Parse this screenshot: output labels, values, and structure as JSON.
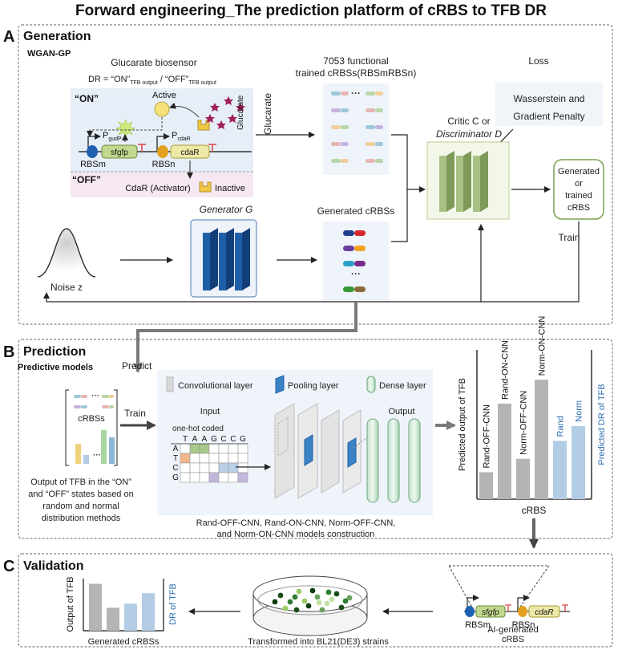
{
  "title": "Forward engineering_The prediction platform of cRBS to TFB DR",
  "colors": {
    "gen_blue": "#1f5fa8",
    "critic_green": "#9fb87a",
    "gray_bar": "#b4b4b4",
    "blue_bar": "#b3cce6",
    "accent_blue": "#2e6eb0",
    "on_panel_bg": "#e6eef7",
    "off_panel_bg": "#f6e8f2",
    "arrow_gray": "#7a7a7a"
  },
  "section_a": {
    "letter": "A",
    "heading": "Generation",
    "method": "WGAN-GP",
    "biosensor_title": "Glucarate biosensor",
    "dr_formula": {
      "prefix": "DR = “ON”",
      "sub1": "TFB output",
      "mid": " / “OFF”",
      "sub2": "TFB output"
    },
    "on_label": "“ON”",
    "off_label": "“OFF”",
    "active_label": "Active",
    "inactive_label": "Inactive",
    "promoter1": {
      "p": "P",
      "sub": "gudP"
    },
    "promoter2": {
      "p": "P",
      "sub": "cdaR"
    },
    "gene1": "sfgfp",
    "gene2": "cdaR",
    "rbs1": "RBSm",
    "rbs2": "RBSn",
    "activator_label": "CdaR (Activator)",
    "glucarate_label": "Glucarate",
    "glucarate_side_label": "Glucarate",
    "trained_title_1": "7053 functional",
    "trained_title_2": "trained cRBSs(RBSmRBSn)",
    "loss_title": "Loss",
    "loss_box_1": "Wasserstein and",
    "loss_box_2": "Gradient Penalty",
    "critic_label_1": "Critic C or",
    "critic_label_2": "Discriminator D",
    "output_box_1": "Generated",
    "output_box_2": "or",
    "output_box_3": "trained",
    "output_box_4": "cRBS",
    "train_label": "Train",
    "noise_label": "Noise z",
    "generator_label": "Generator G",
    "generated_label": "Generated cRBSs",
    "ellipsis": "···"
  },
  "section_b": {
    "letter": "B",
    "heading": "Prediction",
    "predictive_models": "Predictive models",
    "predict_label": "Predict",
    "train_label": "Train",
    "crbss_label": "cRBSs",
    "output_desc_1": "Output of TFB in the “ON”",
    "output_desc_2": "and “OFF” states based on",
    "output_desc_3": "random and normal",
    "output_desc_4": "distribution methods",
    "legend_conv": "Convolutional layer",
    "legend_pool": "Pooling layer",
    "legend_dense": "Dense layer",
    "input_label": "Input",
    "onehot_label": "one-hot coded",
    "output_label": "Output",
    "seq_letters": [
      "T",
      "A",
      "A",
      "G",
      "C",
      "C",
      "G"
    ],
    "row_letters": [
      "A",
      "T",
      "C",
      "G"
    ],
    "models_caption_1": "Rand-OFF-CNN, Rand-ON-CNN, Norm-OFF-CNN,",
    "models_caption_2": "and Norm-ON-CNN models construction",
    "ylabel_left": "Predicted output of TFB",
    "ylabel_right": "Predicted DR of TFB",
    "xlabel": "cRBS"
  },
  "section_c": {
    "letter": "C",
    "heading": "Validation",
    "ylabel_left": "Output of TFB",
    "ylabel_right": "DR of TFB",
    "bar_caption": "Generated cRBSs",
    "plate_caption": "Transformed  into BL21(DE3) strains",
    "ai_caption_1": "AI-generated",
    "ai_caption_2": "cRBS",
    "rbs1": "RBSm",
    "rbs2": "RBSn",
    "gene1": "sfgfp",
    "gene2": "cdaR"
  },
  "chart_data": [
    {
      "type": "bar",
      "categories": [
        "Rand-OFF-CNN",
        "Rand-ON-CNN",
        "Norm-OFF-CNN",
        "Norm-ON-CNN",
        "Rand",
        "Norm"
      ],
      "values": [
        0.18,
        0.64,
        0.27,
        0.8,
        0.39,
        0.49
      ],
      "bar_colors": [
        "#b4b4b4",
        "#b4b4b4",
        "#b4b4b4",
        "#b4b4b4",
        "#b3cce6",
        "#b3cce6"
      ],
      "label_colors": [
        "#111111",
        "#111111",
        "#111111",
        "#111111",
        "#2e6eb0",
        "#2e6eb0"
      ],
      "ylim": [
        0,
        1
      ],
      "grid": false
    },
    {
      "type": "bar",
      "categories": [
        "",
        "",
        "",
        ""
      ],
      "values": [
        0.9,
        0.44,
        0.52,
        0.72
      ],
      "bar_colors": [
        "#b4b4b4",
        "#b4b4b4",
        "#b3cce6",
        "#b3cce6"
      ],
      "ylim": [
        0,
        1
      ],
      "grid": false
    }
  ]
}
